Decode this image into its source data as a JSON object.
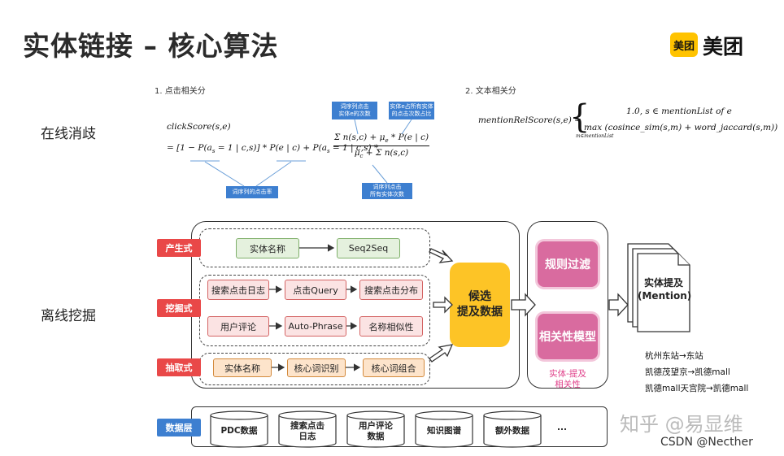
{
  "header": {
    "title": "实体链接 – 核心算法",
    "logo_badge": "美团",
    "logo_text": "美团"
  },
  "online": {
    "label": "在线消歧",
    "click": {
      "heading": "1. 点击相关分",
      "line1": "clickScore(s,e)",
      "line2a": "= [1 − P(a",
      "line2b": "s",
      "line2c": " = 1 | c,s)] * P(e | c) + P(a",
      "line2d": "s",
      "line2e": " = 1 | c,s) *",
      "frac_num": "Σ n(s,c) + μ",
      "frac_num2": "e",
      "frac_num3": " * P(e | c)",
      "frac_den": "μ",
      "frac_den2": "c",
      "frac_den3": " + Σ n(s,c)",
      "box_left": "词序列的点击率",
      "box_top1": "词序列点击\n实体e的次数",
      "box_top2": "实体e占所有实体\n的点击次数占比",
      "box_bottom": "词序列点击\n所有实体次数"
    },
    "text": {
      "heading": "2. 文本相关分",
      "lhs": "mentionRelScore(s,e) =",
      "case1": "1.0,  s ∈ mentionList of e",
      "case2": "max  (cosince_sim(s,m) + word_jaccard(s,m))",
      "case2_sub": "m∈mentionList"
    }
  },
  "offline": {
    "label": "离线挖掘",
    "generative": {
      "tag": "产生式",
      "nodes": [
        "实体名称",
        "Seq2Seq"
      ]
    },
    "mining": {
      "tag": "挖掘式",
      "row1": [
        "搜索点击日志",
        "点击Query",
        "搜索点击分布"
      ],
      "row2": [
        "用户评论",
        "Auto-Phrase",
        "名称相似性"
      ]
    },
    "extraction": {
      "tag": "抽取式",
      "nodes": [
        "实体名称",
        "核心词识别",
        "核心词组合"
      ]
    },
    "candidate": "候选\n提及数据",
    "filter": {
      "rule": "规则过滤",
      "model": "相关性模型",
      "caption": "实体-提及\n相关性"
    },
    "output": "实体提及\n(Mention)",
    "examples": [
      "杭州东站→东站",
      "凯德茂望京→凯德mall",
      "凯德mall天宫院→凯德mall"
    ],
    "data_layer": {
      "tag": "数据层",
      "items": [
        "PDC数据",
        "搜索点击\n日志",
        "用户评论\n数据",
        "知识图谱",
        "额外数据",
        "..."
      ]
    }
  },
  "watermark": {
    "zhihu": "知乎 @易显维",
    "csdn": "CSDN @Necther"
  },
  "colors": {
    "tag_red": "#e94848",
    "tag_blue": "#3d7fd0",
    "candidate_yellow": "#fdc426",
    "filter_magenta": "#d96b9f",
    "logo_yellow": "#ffc300"
  }
}
